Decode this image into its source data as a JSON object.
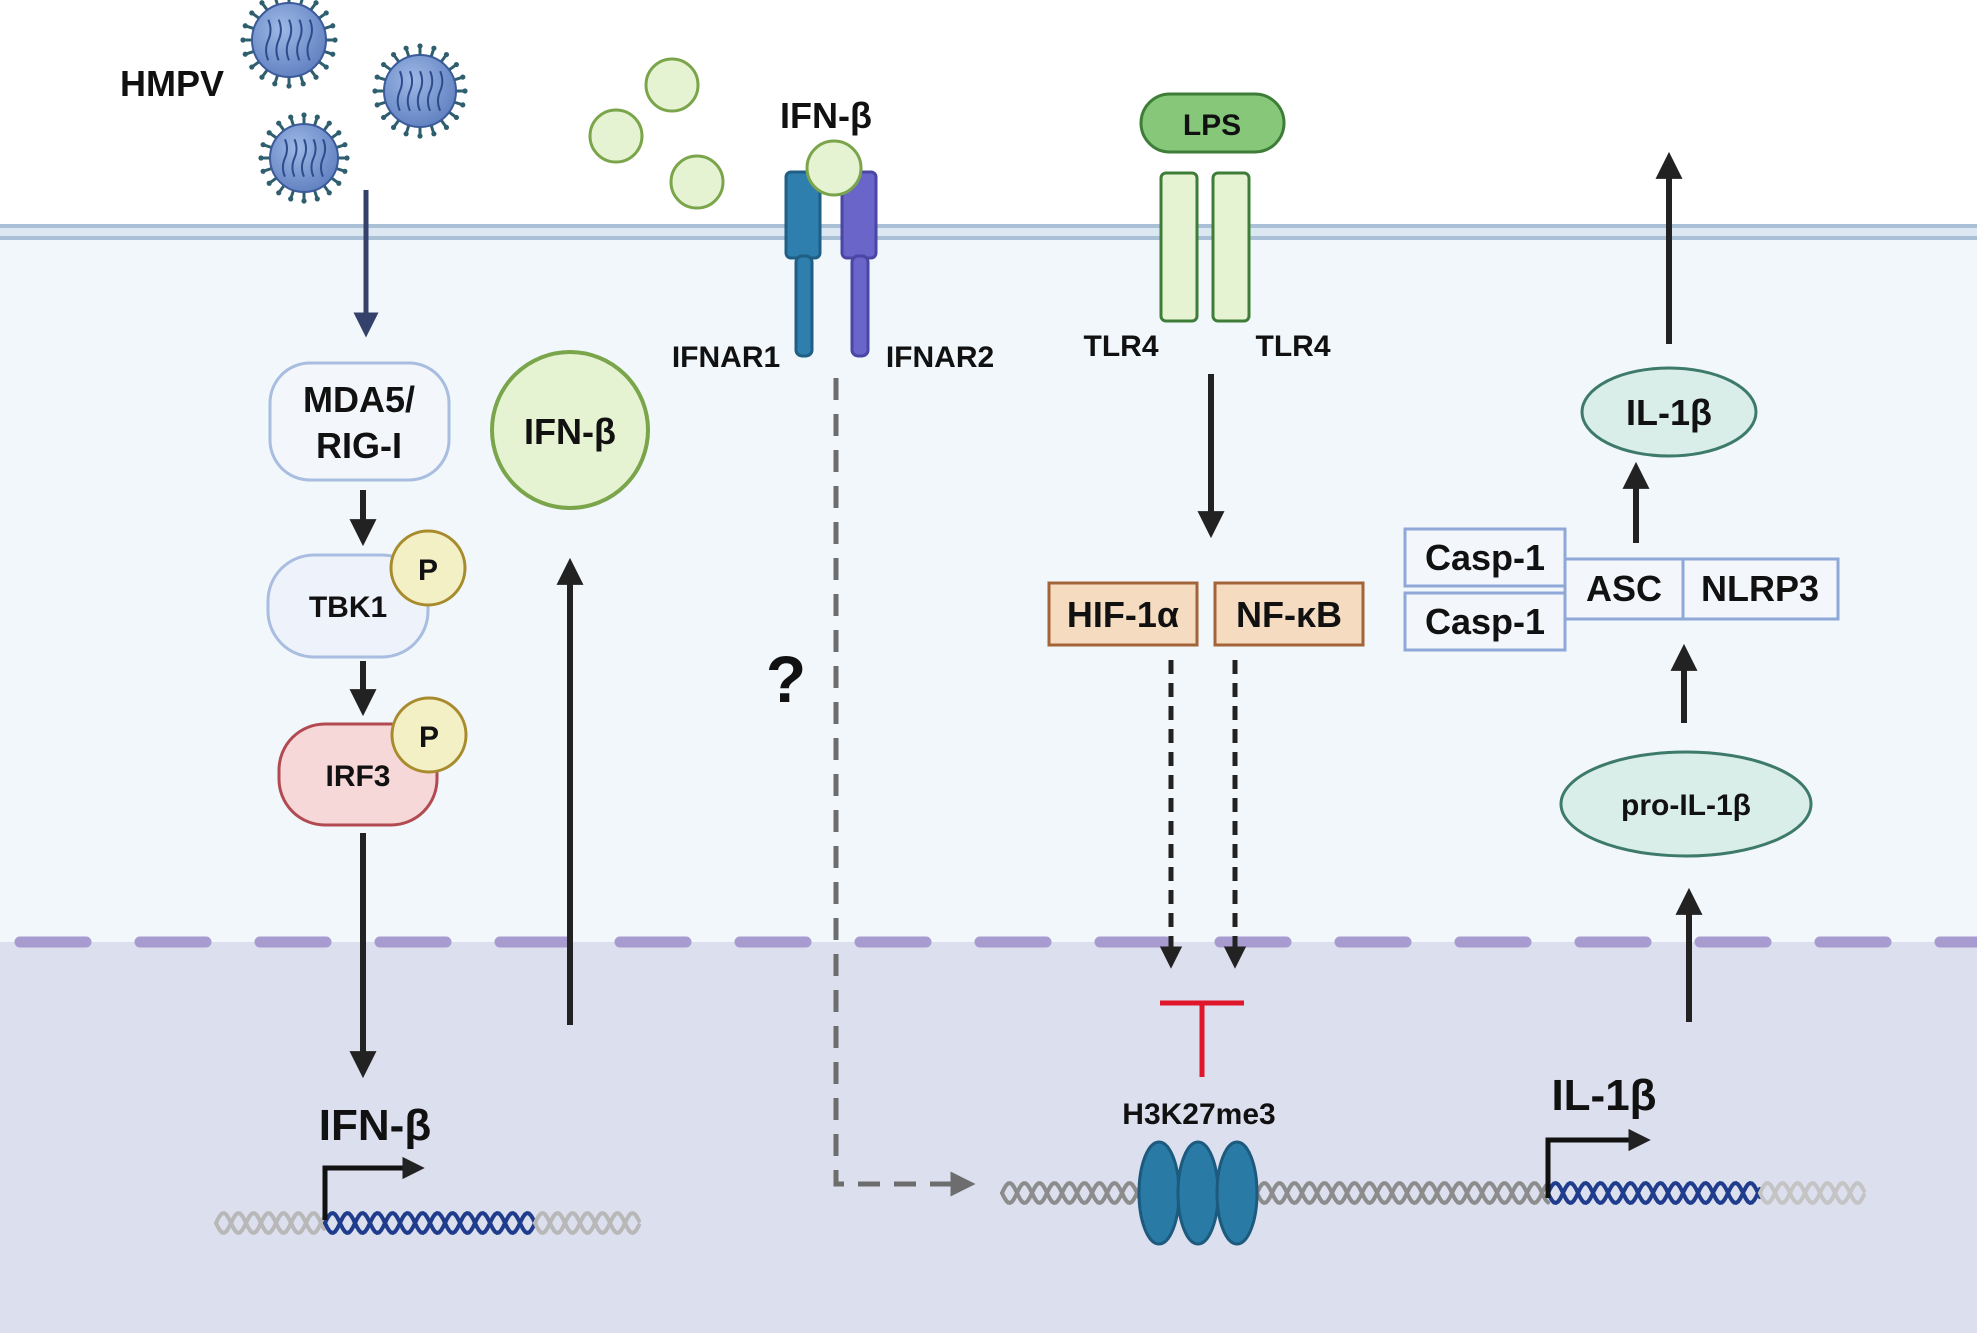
{
  "virus": {
    "label": "HMPV"
  },
  "extracellular": {
    "ifn_label": "IFN-β",
    "lps_label": "LPS"
  },
  "receptors": {
    "ifnar1": "IFNAR1",
    "ifnar2": "IFNAR2",
    "tlr4_left": "TLR4",
    "tlr4_right": "TLR4"
  },
  "left_pathway": {
    "sensor_line1": "MDA5/",
    "sensor_line2": "RIG-I",
    "tbk1": "TBK1",
    "irf3": "IRF3",
    "phospho": "P",
    "cytosolic_ifn": "IFN-β",
    "gene_label": "IFN-β"
  },
  "middle": {
    "question": "?",
    "hif": "HIF-1α",
    "nfkb": "NF-κB",
    "histone_mark": "H3K27me3"
  },
  "right_pathway": {
    "il1b": "IL-1β",
    "casp1_top": "Casp-1",
    "casp1_bottom": "Casp-1",
    "asc": "ASC",
    "nlrp3": "NLRP3",
    "pro_il1b": "pro-IL-1β",
    "gene_label": "IL-1β"
  },
  "colors": {
    "cytoplasm": "#f1f7fb",
    "nucleus": "#dcdfee",
    "membrane": "#b9cde0",
    "nuclear_envelope": "#a89bd0",
    "ifn_fill": "#e6f3d2",
    "ifn_stroke": "#7aa54a",
    "lps_fill": "#86c77a",
    "ifnar1": "#2f7fae",
    "ifnar2": "#6a66c9",
    "factor_fill": "#f5dcc0",
    "factor_stroke": "#a3643a",
    "irf3_fill": "#f6d8d8",
    "irf3_stroke": "#b24a52",
    "inhibit": "#e0162b",
    "nucleosome": "#2a7aa6"
  }
}
